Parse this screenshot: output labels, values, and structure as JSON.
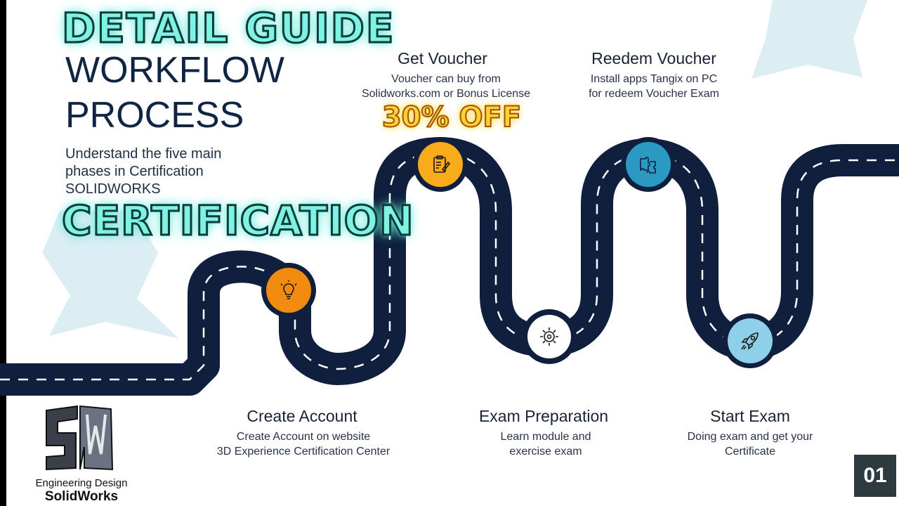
{
  "header": {
    "glow_title": "DETAIL GUIDE",
    "title_line1": "WORKFLOW",
    "title_line2": "PROCESS",
    "subtitle": "Understand the five main phases in Certification SOLIDWORKS",
    "glow_word": "CERTIFICATION"
  },
  "steps": [
    {
      "title": "Create Account",
      "desc_line1": "Create Account on website",
      "desc_line2": "3D Experience Certification Center",
      "icon": "lightbulb-icon",
      "color": "#f28c10"
    },
    {
      "title": "Get Voucher",
      "desc_line1": "Voucher can buy from",
      "desc_line2": "Solidworks.com or Bonus License",
      "icon": "clipboard-icon",
      "color": "#f8ab1b"
    },
    {
      "title": "Exam Preparation",
      "desc_line1": "Learn module and",
      "desc_line2": "exercise exam",
      "icon": "gear-icon",
      "color": "#ffffff"
    },
    {
      "title": "Reedem Voucher",
      "desc_line1": "Install apps Tangix on PC",
      "desc_line2": "for redeem Voucher Exam",
      "icon": "puzzle-icon",
      "color": "#2a9ac2"
    },
    {
      "title": "Start Exam",
      "desc_line1": "Doing exam and get your",
      "desc_line2": "Certificate",
      "icon": "rocket-icon",
      "color": "#8ed0ea"
    }
  ],
  "promo": "30% OFF",
  "brand": {
    "line1": "Engineering Design",
    "line2": "SolidWorks"
  },
  "page_number": "01",
  "colors": {
    "road": "#0f1f3d",
    "road_dash": "#ffffff",
    "glow": "#7ff3e3",
    "sky_shape": "#dcedf4"
  }
}
